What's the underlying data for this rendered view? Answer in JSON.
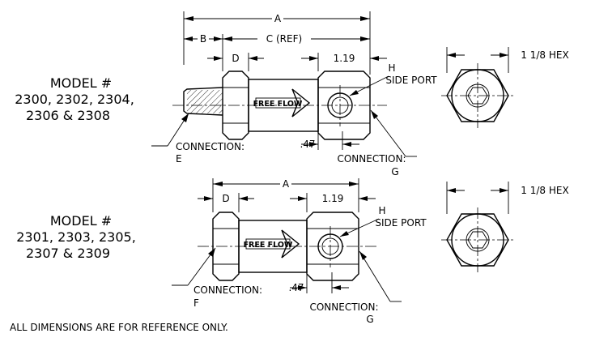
{
  "models": [
    {
      "model_label": "MODEL #",
      "model_line1": "2300, 2302, 2304,",
      "model_line2": "2306 & 2308",
      "dim_a": "A",
      "dim_b": "B",
      "dim_c": "C (REF)",
      "dim_d": "D",
      "dim_119": "1.19",
      "dim_47": ".47",
      "hex_label": "1 1/8 HEX",
      "port_letter": "H",
      "port_label": "SIDE PORT",
      "flow_label": "FREE FLOW",
      "conn_inlet": "CONNECTION:",
      "conn_inlet_letter": "E",
      "conn_outlet": "CONNECTION:",
      "conn_outlet_letter": "G"
    },
    {
      "model_label": "MODEL #",
      "model_line1": "2301, 2303, 2305,",
      "model_line2": "2307 & 2309",
      "dim_a": "A",
      "dim_d": "D",
      "dim_119": "1.19",
      "dim_47": ".47",
      "hex_label": "1 1/8 HEX",
      "port_letter": "H",
      "port_label": "SIDE PORT",
      "flow_label": "FREE FLOW",
      "conn_inlet": "CONNECTION:",
      "conn_inlet_letter": "F",
      "conn_outlet": "CONNECTION:",
      "conn_outlet_letter": "G"
    }
  ],
  "footnote": "ALL DIMENSIONS ARE FOR REFERENCE ONLY."
}
